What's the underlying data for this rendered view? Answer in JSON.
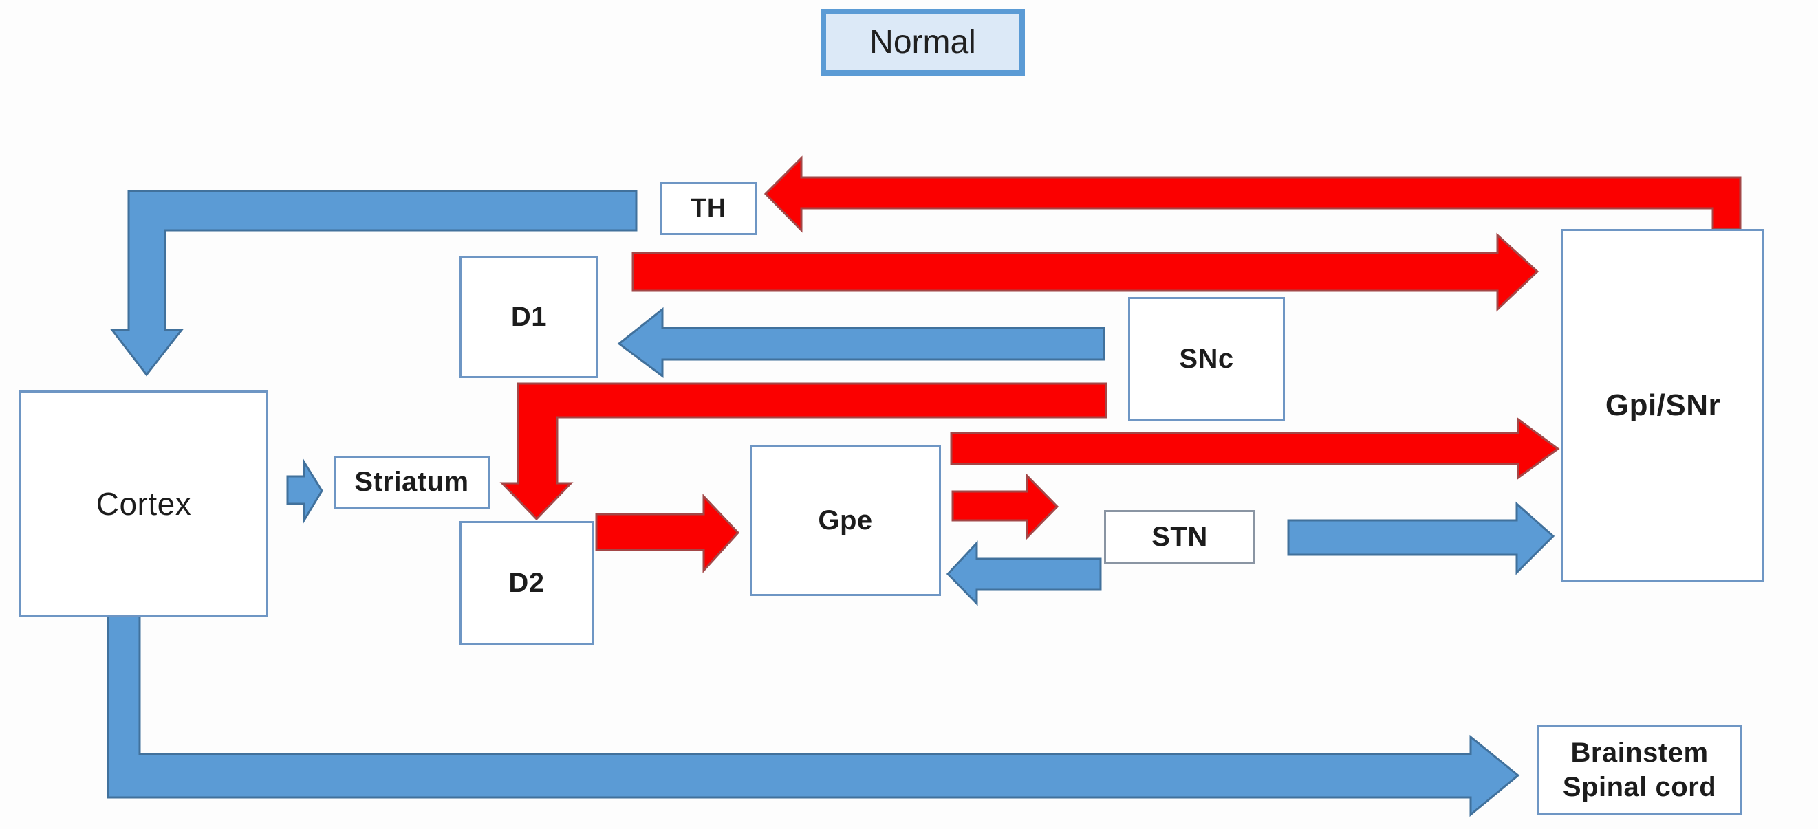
{
  "title": {
    "label": "Normal"
  },
  "nodes": {
    "cortex": {
      "label": "Cortex"
    },
    "striatum": {
      "label": "Striatum"
    },
    "d1": {
      "label": "D1"
    },
    "d2": {
      "label": "D2"
    },
    "th": {
      "label": "TH"
    },
    "snc": {
      "label": "SNc"
    },
    "gpe": {
      "label": "Gpe"
    },
    "stn": {
      "label": "STN"
    },
    "gpi_snr": {
      "label": "Gpi/SNr"
    },
    "brainstem": {
      "line1": "Brainstem",
      "line2": "Spinal cord"
    }
  },
  "colors": {
    "excitatory_blue": "#5b9bd5",
    "blue_outline": "#41719c",
    "inhibitory_red": "#fb0000",
    "red_outline": "#a34747",
    "box_border": "#6e96c4",
    "title_fill": "#dce9f7",
    "title_border": "#5b9bd5"
  },
  "edges": [
    {
      "from": "TH",
      "to": "Cortex",
      "color": "blue"
    },
    {
      "from": "Cortex",
      "to": "Striatum",
      "color": "blue"
    },
    {
      "from": "SNc",
      "to": "D1",
      "color": "blue"
    },
    {
      "from": "SNc",
      "to": "D2",
      "color": "red"
    },
    {
      "from": "D1",
      "to": "Gpi/SNr",
      "color": "red"
    },
    {
      "from": "D2",
      "to": "Gpe",
      "color": "red"
    },
    {
      "from": "Gpe",
      "to": "STN",
      "color": "red"
    },
    {
      "from": "STN",
      "to": "Gpe",
      "color": "blue"
    },
    {
      "from": "Gpe",
      "to": "Gpi/SNr",
      "color": "red"
    },
    {
      "from": "STN",
      "to": "Gpi/SNr",
      "color": "blue"
    },
    {
      "from": "Gpi/SNr",
      "to": "TH",
      "color": "red"
    },
    {
      "from": "Cortex",
      "to": "Brainstem/Spinal cord",
      "color": "blue"
    }
  ]
}
